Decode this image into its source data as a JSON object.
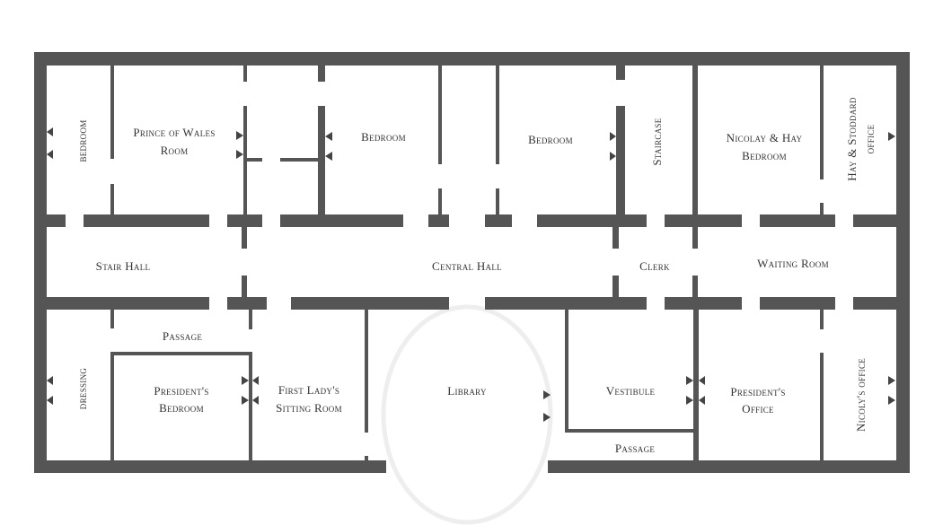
{
  "floor_plan": {
    "colors": {
      "wall": "#555555",
      "door_marker": "#444444",
      "library_outline": "#eeeeee",
      "text": "#333333",
      "background": "#ffffff"
    },
    "rooms": {
      "bedroom_west": "bedroom",
      "prince_of_wales_1": "Prince of Wales",
      "prince_of_wales_2": "Room",
      "bedroom_center_left": "Bedroom",
      "bedroom_center_right": "Bedroom",
      "staircase": "Staircase",
      "nicolay_hay_1": "Nicolay & Hay",
      "nicolay_hay_2": "Bedroom",
      "hay_stoddard_1": "Hay & Stoddard",
      "hay_stoddard_2": "office",
      "stair_hall": "Stair Hall",
      "central_hall": "Central Hall",
      "clerk": "Clerk",
      "waiting_room": "Waiting Room",
      "passage_west": "Passage",
      "dressing": "dressing",
      "presidents_bedroom_1": "President's",
      "presidents_bedroom_2": "Bedroom",
      "first_lady_1": "First Lady's",
      "first_lady_2": "Sitting Room",
      "library": "Library",
      "vestibule": "Vestibule",
      "presidents_office_1": "President's",
      "presidents_office_2": "Office",
      "nicolys_office": "Nicoly's office",
      "passage_east": "Passage"
    }
  }
}
